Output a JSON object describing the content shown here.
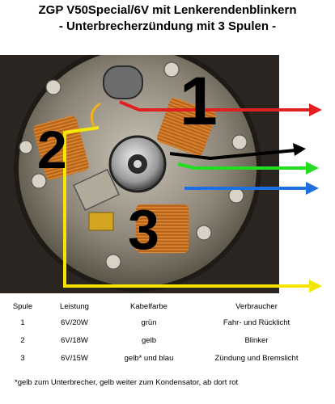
{
  "title": {
    "line1": "ZGP V50Special/6V mit Lenkerendenblinkern",
    "line2": "- Unterbrecherzündung mit 3 Spulen -"
  },
  "photo_labels": {
    "coil1": "1",
    "coil2": "2",
    "coil3": "3"
  },
  "wire_colors": {
    "red": "#e02020",
    "black": "#000000",
    "green": "#22dd22",
    "blue": "#1e6fe0",
    "yellow": "#f5e600"
  },
  "table": {
    "headers": [
      "Spule",
      "Leistung",
      "Kabelfarbe",
      "Verbraucher"
    ],
    "rows": [
      [
        "1",
        "6V/20W",
        "grün",
        "Fahr- und Rücklicht"
      ],
      [
        "2",
        "6V/18W",
        "gelb",
        "Blinker"
      ],
      [
        "3",
        "6V/15W",
        "gelb* und blau",
        "Zündung und Bremslicht"
      ]
    ]
  },
  "footnote": "*gelb zum Unterbrecher, gelb weiter zum Kondensator, ab dort rot"
}
